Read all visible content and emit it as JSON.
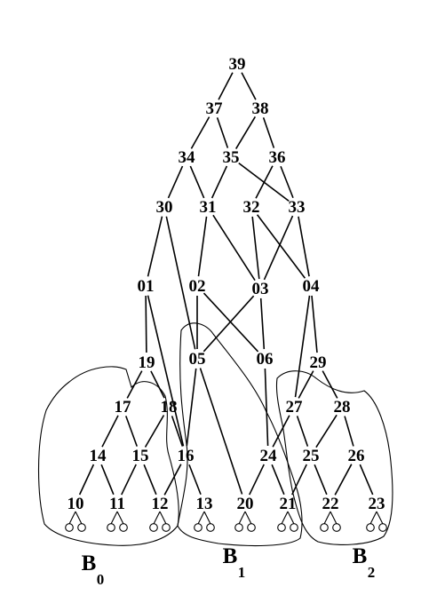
{
  "nodes": [
    "39",
    "37",
    "38",
    "34",
    "35",
    "36",
    "30",
    "31",
    "32",
    "33",
    "01",
    "02",
    "03",
    "04",
    "05",
    "06",
    "19",
    "29",
    "17",
    "18",
    "27",
    "28",
    "14",
    "15",
    "16",
    "24",
    "25",
    "26",
    "10",
    "11",
    "12",
    "13",
    "20",
    "21",
    "22",
    "23"
  ],
  "edges": [
    [
      "39",
      "37"
    ],
    [
      "39",
      "38"
    ],
    [
      "37",
      "34"
    ],
    [
      "37",
      "35"
    ],
    [
      "38",
      "35"
    ],
    [
      "38",
      "36"
    ],
    [
      "34",
      "30"
    ],
    [
      "34",
      "31"
    ],
    [
      "35",
      "31"
    ],
    [
      "35",
      "33"
    ],
    [
      "36",
      "32"
    ],
    [
      "36",
      "33"
    ],
    [
      "30",
      "01"
    ],
    [
      "30",
      "05"
    ],
    [
      "31",
      "02"
    ],
    [
      "31",
      "03"
    ],
    [
      "32",
      "03"
    ],
    [
      "32",
      "04"
    ],
    [
      "33",
      "03"
    ],
    [
      "33",
      "04"
    ],
    [
      "01",
      "19"
    ],
    [
      "01",
      "16"
    ],
    [
      "02",
      "05"
    ],
    [
      "02",
      "06"
    ],
    [
      "03",
      "05"
    ],
    [
      "03",
      "06"
    ],
    [
      "04",
      "27"
    ],
    [
      "04",
      "29"
    ],
    [
      "19",
      "17"
    ],
    [
      "19",
      "18"
    ],
    [
      "29",
      "27"
    ],
    [
      "29",
      "28"
    ],
    [
      "17",
      "14"
    ],
    [
      "17",
      "15"
    ],
    [
      "18",
      "15"
    ],
    [
      "18",
      "16"
    ],
    [
      "05",
      "16"
    ],
    [
      "05",
      "20"
    ],
    [
      "06",
      "24"
    ],
    [
      "27",
      "24"
    ],
    [
      "27",
      "25"
    ],
    [
      "28",
      "25"
    ],
    [
      "28",
      "26"
    ],
    [
      "14",
      "10"
    ],
    [
      "14",
      "11"
    ],
    [
      "15",
      "11"
    ],
    [
      "15",
      "12"
    ],
    [
      "16",
      "12"
    ],
    [
      "16",
      "13"
    ],
    [
      "24",
      "20"
    ],
    [
      "24",
      "21"
    ],
    [
      "25",
      "21"
    ],
    [
      "25",
      "22"
    ],
    [
      "26",
      "22"
    ],
    [
      "26",
      "23"
    ]
  ],
  "leaves": [
    "10",
    "11",
    "12",
    "13",
    "20",
    "21",
    "22",
    "23"
  ],
  "blocks": [
    {
      "letter": "B",
      "sub": "0"
    },
    {
      "letter": "B",
      "sub": "1"
    },
    {
      "letter": "B",
      "sub": "2"
    }
  ]
}
